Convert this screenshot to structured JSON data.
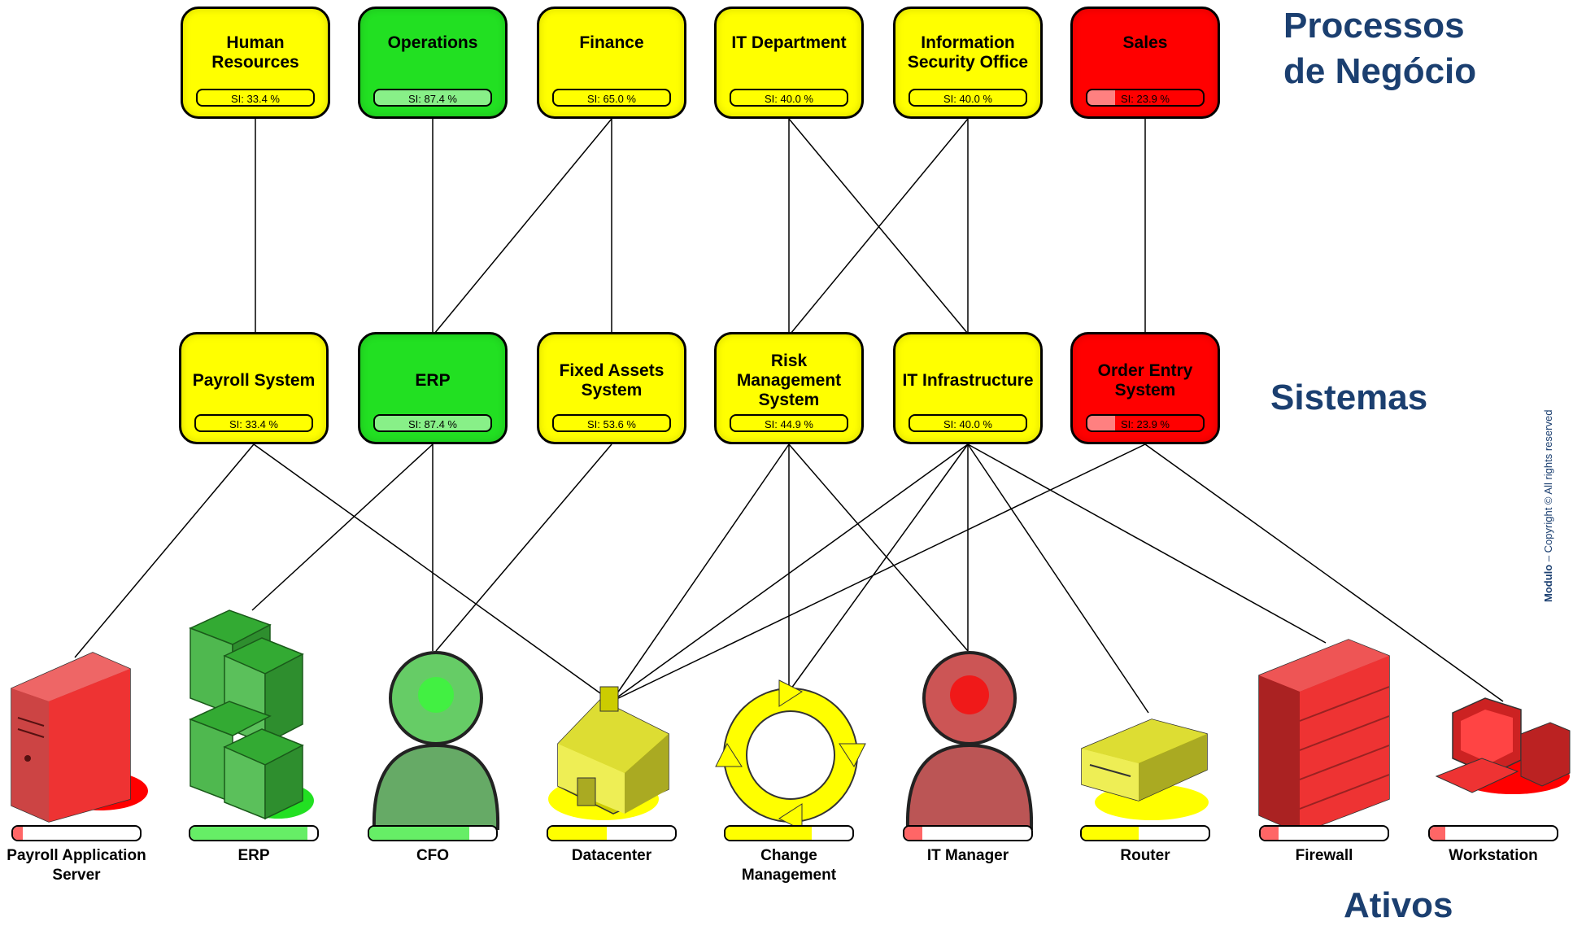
{
  "labels": {
    "processes_line1": "Processos",
    "processes_line2": "de Negócio",
    "systems": "Sistemas",
    "assets": "Ativos"
  },
  "copyright": {
    "brand": "Modulo",
    "text": " – Copyright ©  All rights reserved"
  },
  "colors": {
    "yellow": "#ffff00",
    "green": "#22e022",
    "red": "#ff0000",
    "label_blue": "#1b3f70"
  },
  "processes": [
    {
      "label": "Human Resources",
      "si": "SI: 33.4 %",
      "status": "yellow"
    },
    {
      "label": "Operations",
      "si": "SI: 87.4 %",
      "status": "green"
    },
    {
      "label": "Finance",
      "si": "SI: 65.0 %",
      "status": "yellow"
    },
    {
      "label": "IT Department",
      "si": "SI: 40.0 %",
      "status": "yellow"
    },
    {
      "label": "Information Security Office",
      "si": "SI: 40.0 %",
      "status": "yellow"
    },
    {
      "label": "Sales",
      "si": "SI: 23.9 %",
      "status": "red"
    }
  ],
  "systems": [
    {
      "label": "Payroll System",
      "si": "SI: 33.4 %",
      "status": "yellow"
    },
    {
      "label": "ERP",
      "si": "SI: 87.4 %",
      "status": "green"
    },
    {
      "label": "Fixed Assets System",
      "si": "SI: 53.6 %",
      "status": "yellow"
    },
    {
      "label": "Risk Management System",
      "si": "SI: 44.9 %",
      "status": "yellow"
    },
    {
      "label": "IT Infrastructure",
      "si": "SI: 40.0 %",
      "status": "yellow"
    },
    {
      "label": "Order Entry System",
      "si": "SI: 23.9 %",
      "status": "red"
    }
  ],
  "assets": [
    {
      "label": "Payroll Application Server",
      "icon": "server-icon",
      "status": "red",
      "level": 0.08
    },
    {
      "label": "ERP",
      "icon": "server-cluster-icon",
      "status": "green",
      "level": 0.92
    },
    {
      "label": "CFO",
      "icon": "person-icon",
      "status": "green",
      "level": 0.79
    },
    {
      "label": "Datacenter",
      "icon": "house-icon",
      "status": "yellow",
      "level": 0.46
    },
    {
      "label": "Change Management",
      "icon": "cycle-icon",
      "status": "yellow",
      "level": 0.68
    },
    {
      "label": "IT Manager",
      "icon": "person-icon",
      "status": "red",
      "level": 0.14
    },
    {
      "label": "Router",
      "icon": "router-icon",
      "status": "yellow",
      "level": 0.45
    },
    {
      "label": "Firewall",
      "icon": "firewall-icon",
      "status": "red",
      "level": 0.14
    },
    {
      "label": "Workstation",
      "icon": "workstation-icon",
      "status": "red",
      "level": 0.12
    }
  ]
}
